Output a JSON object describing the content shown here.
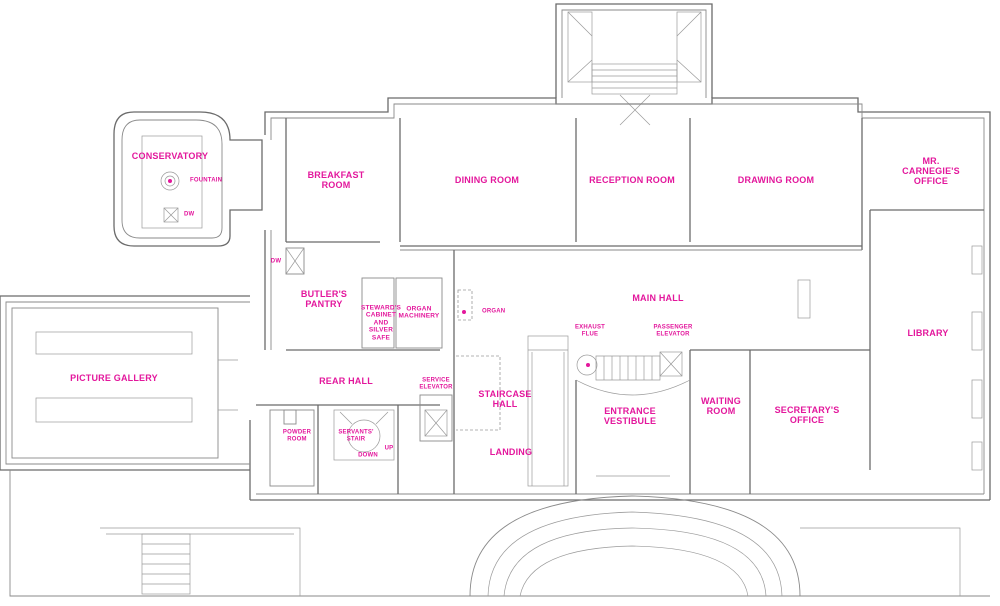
{
  "rooms": {
    "conservatory": "CONSERVATORY",
    "fountain": "FOUNTAIN",
    "dw_conservatory": "DW",
    "breakfast_room": "BREAKFAST\nROOM",
    "dining_room": "DINING ROOM",
    "reception_room": "RECEPTION ROOM",
    "drawing_room": "DRAWING ROOM",
    "carnegie_office": "MR. CARNEGIE'S\nOFFICE",
    "dw_pantry": "DW",
    "butlers_pantry": "BUTLER'S\nPANTRY",
    "stewards_cabinet": "STEWARD'S\nCABINET\nAND\nSILVER\nSAFE",
    "organ_machinery": "ORGAN\nMACHINERY",
    "organ": "ORGAN",
    "main_hall": "MAIN HALL",
    "exhaust_flue": "EXHAUST\nFLUE",
    "passenger_elevator": "PASSENGER\nELEVATOR",
    "library": "LIBRARY",
    "picture_gallery": "PICTURE GALLERY",
    "rear_hall": "REAR HALL",
    "service_elevator": "SERVICE\nELEVATOR",
    "staircase_hall": "STAIRCASE\nHALL",
    "waiting_room": "WAITING\nROOM",
    "secretarys_office": "SECRETARY'S\nOFFICE",
    "entrance_vestibule": "ENTRANCE\nVESTIBULE",
    "powder_room": "POWDER\nROOM",
    "servants_stair": "SERVANTS'\nSTAIR",
    "up": "UP",
    "down": "DOWN",
    "landing": "LANDING"
  },
  "colors": {
    "label": "#e3179c",
    "walls": "#6b6b6b"
  }
}
